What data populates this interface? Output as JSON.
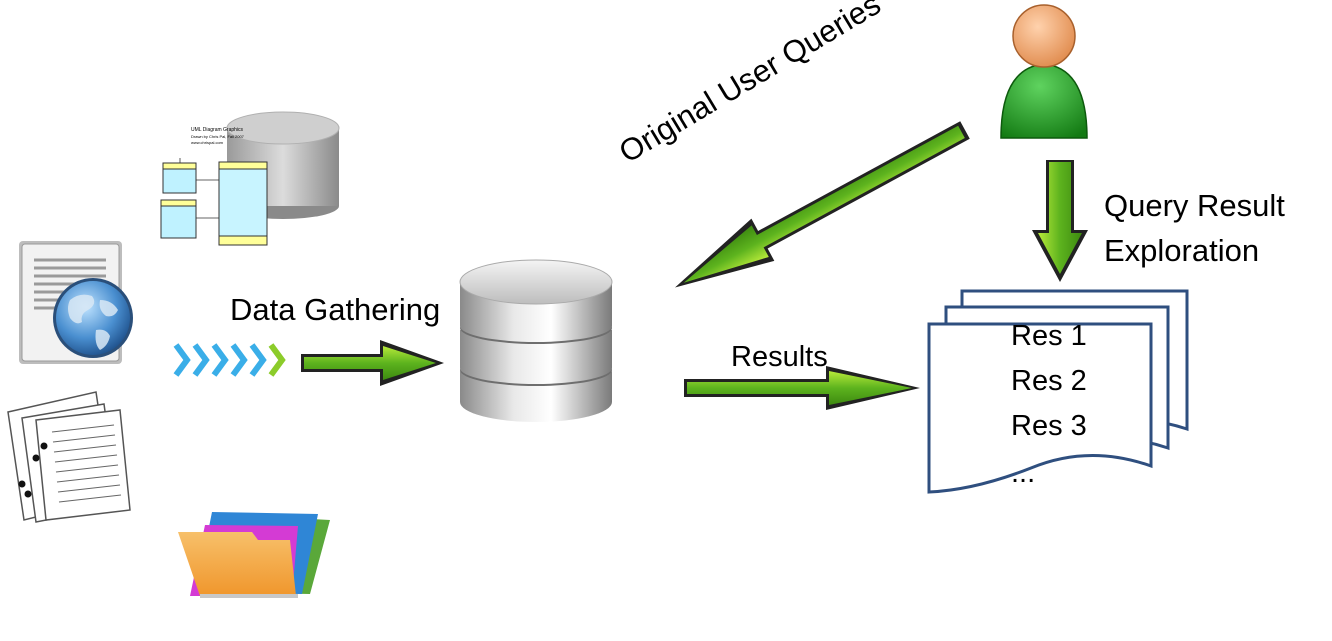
{
  "labels": {
    "data_gathering": "Data Gathering",
    "original_user_queries": "Original User Queries",
    "results": "Results",
    "query_result_line1": "Query Result",
    "query_result_line2": "Exploration"
  },
  "results_list": [
    "Res 1",
    "Res 2",
    "Res 3",
    "..."
  ],
  "uml_thumbnail_text": [
    "UML Diagram Graphics",
    "Drawn by Chris Pal, Fall 2007",
    "www.chrispal.com"
  ],
  "colors": {
    "arrow_green": "#5db31e",
    "arrow_green_light": "#b8ea3a",
    "doc_border": "#2f4f7f",
    "person_body": "#2a9a2a",
    "person_head": "#f0a56a",
    "chevron_blue": "#3aaee8",
    "chevron_green": "#8ccc2a"
  },
  "icons": {
    "database": "database-icon",
    "person": "user-icon",
    "document_stack": "result-documents-icon",
    "web_page": "web-document-icon",
    "papers": "papers-icon",
    "folder": "folder-icon",
    "uml_database": "uml-database-icon"
  }
}
